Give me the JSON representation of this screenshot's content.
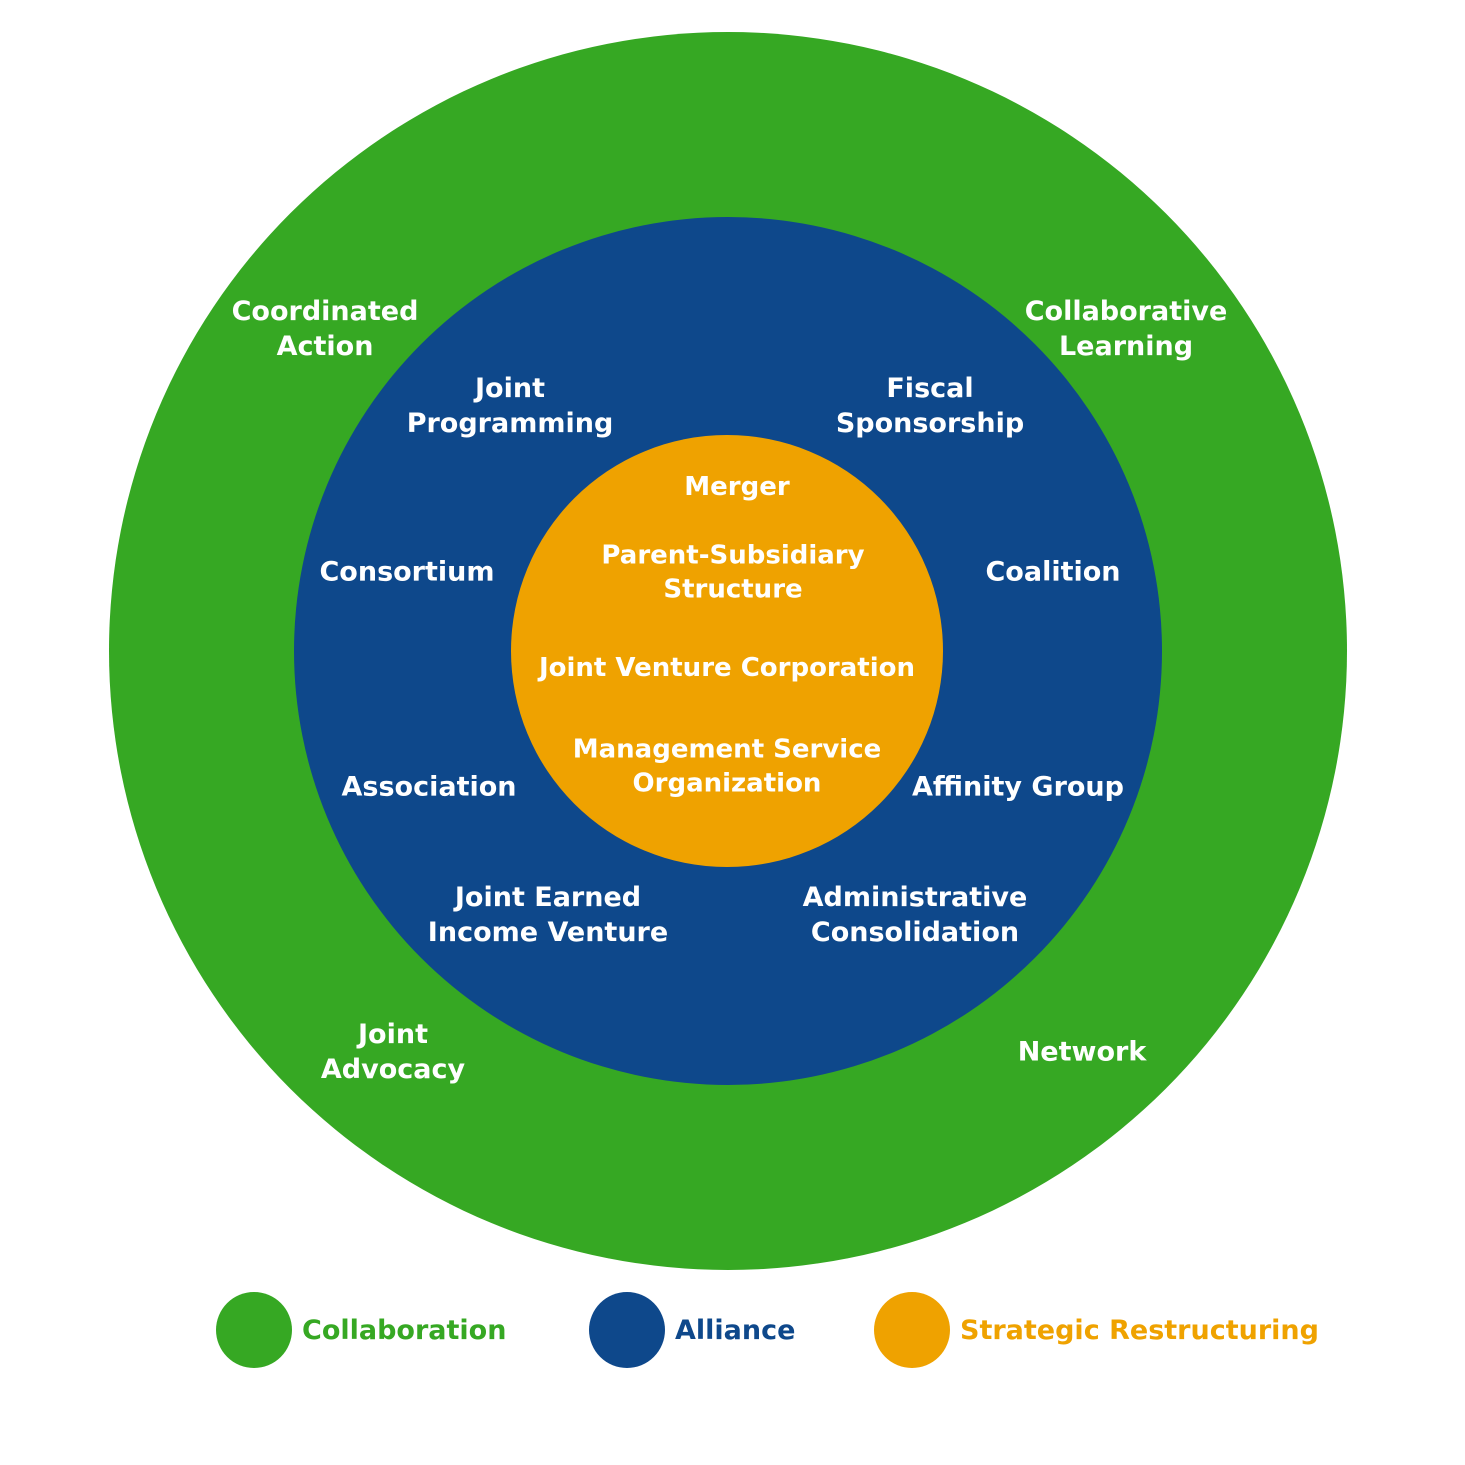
{
  "colors": {
    "collaboration": "#36a823",
    "alliance": "#0e488b",
    "strategic_restructuring": "#efa200"
  },
  "rings": {
    "outer": {
      "name": "Collaboration",
      "items": {
        "coordinated_action": "Coordinated\nAction",
        "collaborative_learning": "Collaborative\nLearning",
        "joint_advocacy": "Joint\nAdvocacy",
        "network": "Network"
      }
    },
    "middle": {
      "name": "Alliance",
      "items": {
        "joint_programming": "Joint\nProgramming",
        "fiscal_sponsorship": "Fiscal\nSponsorship",
        "consortium": "Consortium",
        "coalition": "Coalition",
        "association": "Association",
        "affinity_group": "Affinity Group",
        "joint_earned_income_venture": "Joint Earned\nIncome Venture",
        "administrative_consolidation": "Administrative\nConsolidation"
      }
    },
    "inner": {
      "name": "Strategic Restructuring",
      "items": {
        "merger": "Merger",
        "parent_subsidiary": "Parent-Subsidiary\nStructure",
        "joint_venture_corporation": "Joint Venture Corporation",
        "management_service_organization": "Management Service\nOrganization"
      }
    }
  },
  "legend": {
    "collaboration": "Collaboration",
    "alliance": "Alliance",
    "strategic_restructuring": "Strategic Restructuring"
  }
}
